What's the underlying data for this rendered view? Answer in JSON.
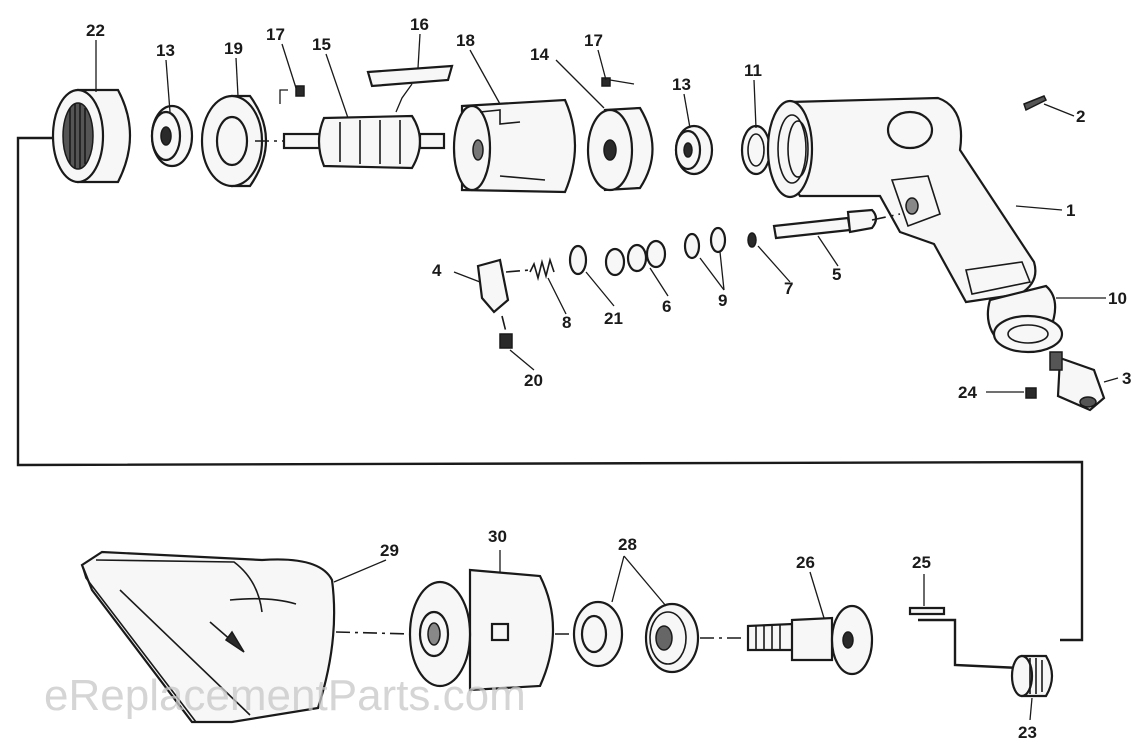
{
  "labels": {
    "p1": "1",
    "p2": "2",
    "p3": "3",
    "p4": "4",
    "p5": "5",
    "p6": "6",
    "p7": "7",
    "p8": "8",
    "p9": "9",
    "p10": "10",
    "p11": "11",
    "p13a": "13",
    "p13b": "13",
    "p14": "14",
    "p15": "15",
    "p16": "16",
    "p17a": "17",
    "p17b": "17",
    "p18": "18",
    "p19": "19",
    "p20": "20",
    "p21": "21",
    "p22": "22",
    "p23": "23",
    "p24": "24",
    "p25": "25",
    "p26": "26",
    "p28": "28",
    "p29": "29",
    "p30": "30"
  },
  "watermark": "eReplacementParts.com"
}
